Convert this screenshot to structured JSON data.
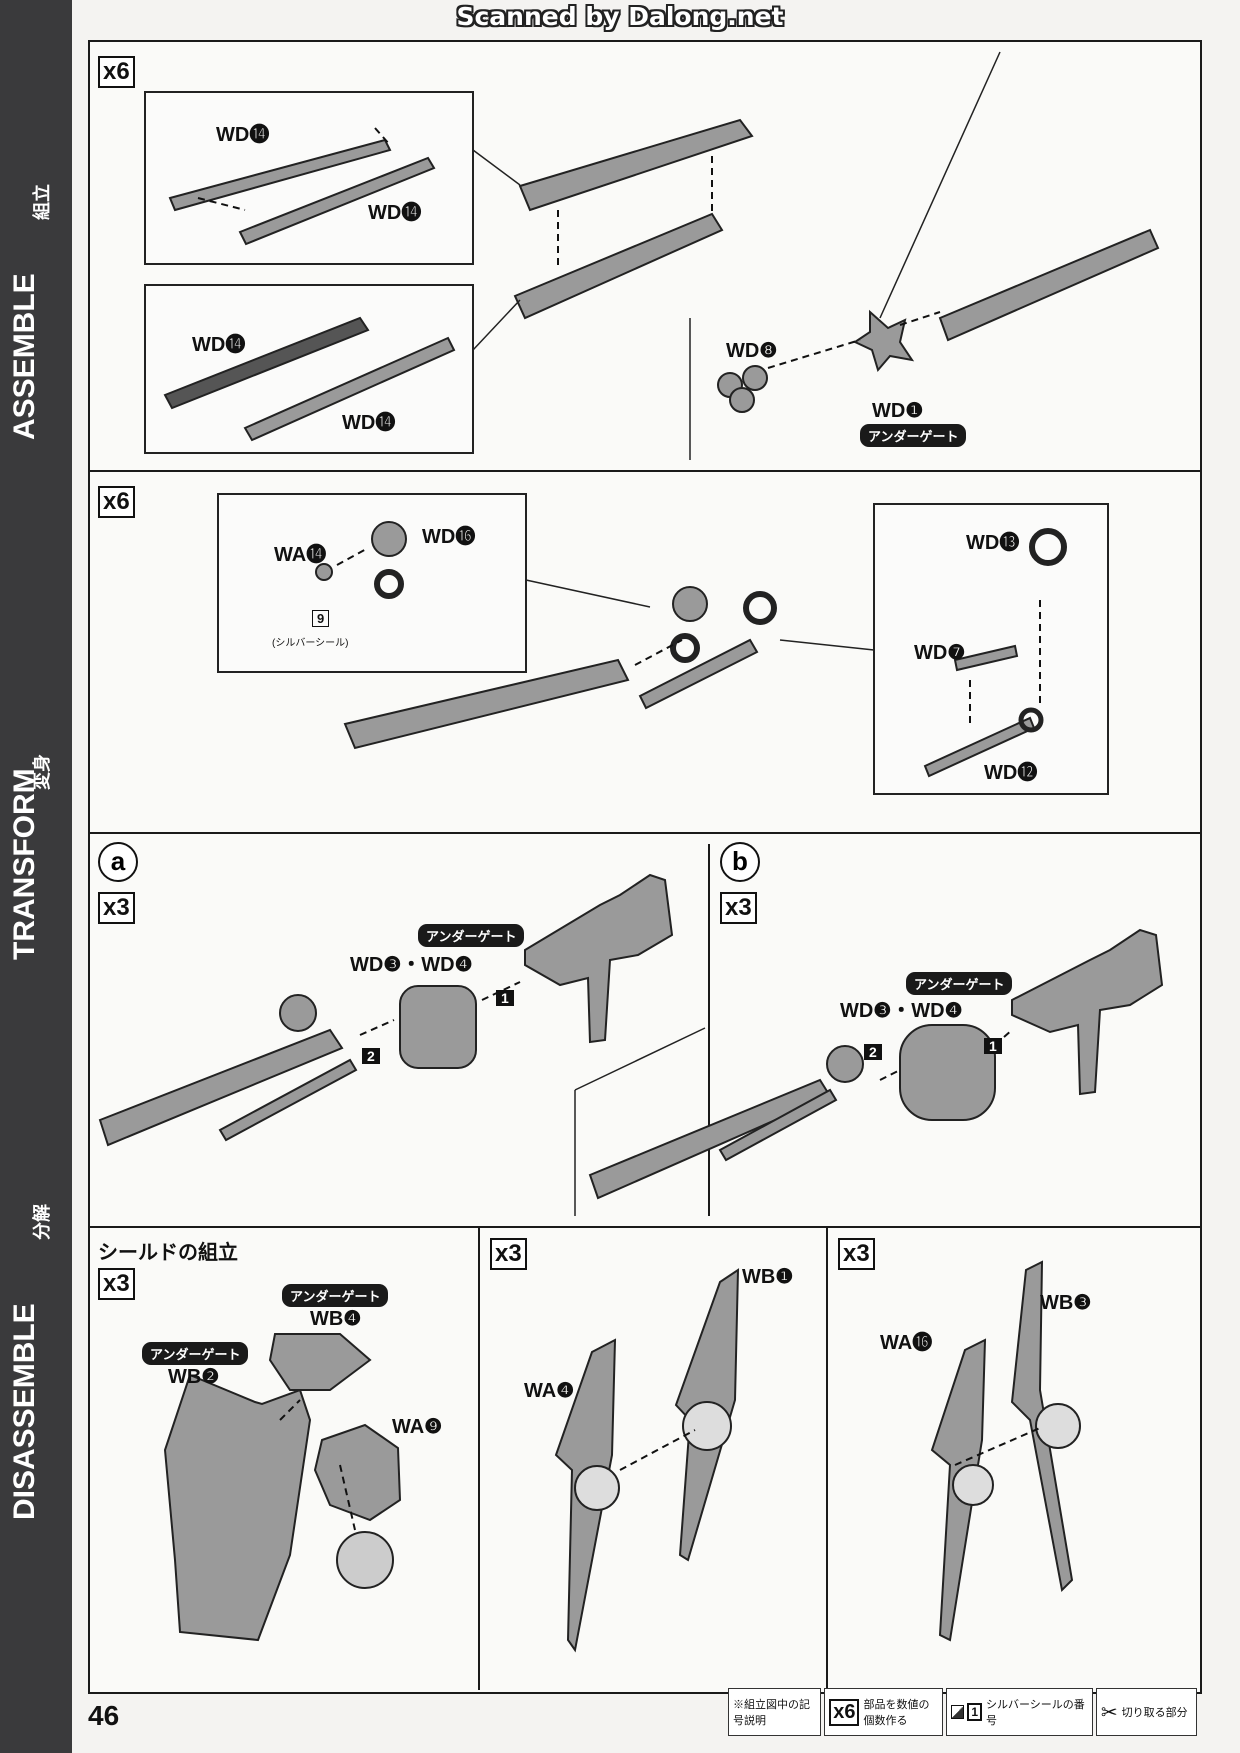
{
  "scanner": "Scanned by Dalong.net",
  "sidebar": {
    "assemble": "ASSEMBLE",
    "assemble_jp": "組立",
    "transform": "TRANSFORM",
    "transform_jp": "変身",
    "disassemble": "DISASSEMBLE",
    "disassemble_jp": "分解"
  },
  "step1": {
    "count": "x6",
    "wd14": "WD⓮",
    "wd8": "WD❽",
    "wd1": "WD❶",
    "gate": "アンダーゲート"
  },
  "step2": {
    "count": "x6",
    "wa14": "WA⓮",
    "wd16": "WD⓰",
    "seal_num": "9",
    "seal": "(シルバーシール)",
    "wd13": "WD⓭",
    "wd7": "WD❼",
    "wd12": "WD⓬"
  },
  "step3a": {
    "letter": "a",
    "count": "x3",
    "gate": "アンダーゲート",
    "parts": "WD❸・WD❹",
    "n1": "1",
    "n2": "2"
  },
  "step3b": {
    "letter": "b",
    "count": "x3",
    "gate": "アンダーゲート",
    "parts": "WD❸・WD❹",
    "n1": "1",
    "n2": "2"
  },
  "shield": {
    "title": "シールドの組立",
    "count": "x3",
    "gate1": "アンダーゲート",
    "wb4": "WB❹",
    "gate2": "アンダーゲート",
    "wb2": "WB❷",
    "wa9": "WA❾"
  },
  "panel2": {
    "count": "x3",
    "wb1": "WB❶",
    "wa4": "WA❹"
  },
  "panel3": {
    "count": "x3",
    "wb3": "WB❸",
    "wa16": "WA⓰"
  },
  "page_number": "46",
  "legend": {
    "title": "※組立図中の記号説明",
    "count_badge": "x6",
    "count_text": "部品を数値の個数作る",
    "seal_badge": "1",
    "seal_text": "シルバーシールの番号",
    "cut_text": "切り取る部分"
  }
}
